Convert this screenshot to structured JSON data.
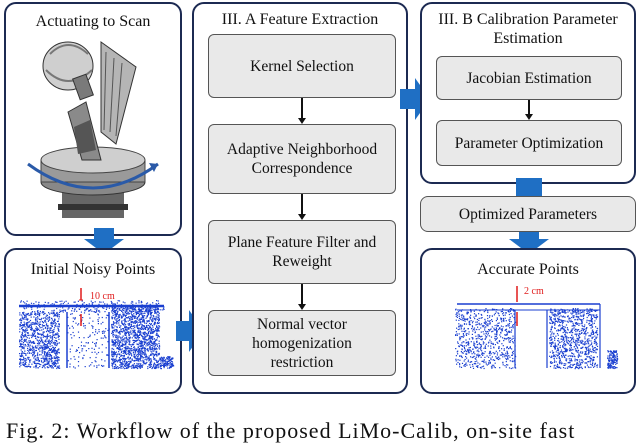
{
  "panel_scan": {
    "title": "Actuating to Scan"
  },
  "panel_noisy": {
    "title": "Initial Noisy Points",
    "measure": "10 cm"
  },
  "panel_feature": {
    "title": "III. A Feature Extraction",
    "steps": [
      "Kernel Selection",
      "Adaptive Neighborhood Correspondence",
      "Plane Feature Filter and Reweight",
      "Normal vector homogenization restriction"
    ]
  },
  "panel_calib": {
    "title": "III. B Calibration Parameter Estimation",
    "steps": [
      "Jacobian Estimation",
      "Parameter Optimization"
    ]
  },
  "optimized": {
    "label": "Optimized Parameters"
  },
  "panel_accurate": {
    "title": "Accurate Points",
    "measure": "2 cm"
  },
  "caption": "Fig. 2: Workflow of the proposed LiMo-Calib, on-site fast",
  "colors": {
    "panel_border": "#1c2a52",
    "arrow_blue": "#1f6fc4",
    "measure_red": "#e01b1b",
    "points": "#1a3fd0",
    "box_fill": "#e9e9e9"
  }
}
